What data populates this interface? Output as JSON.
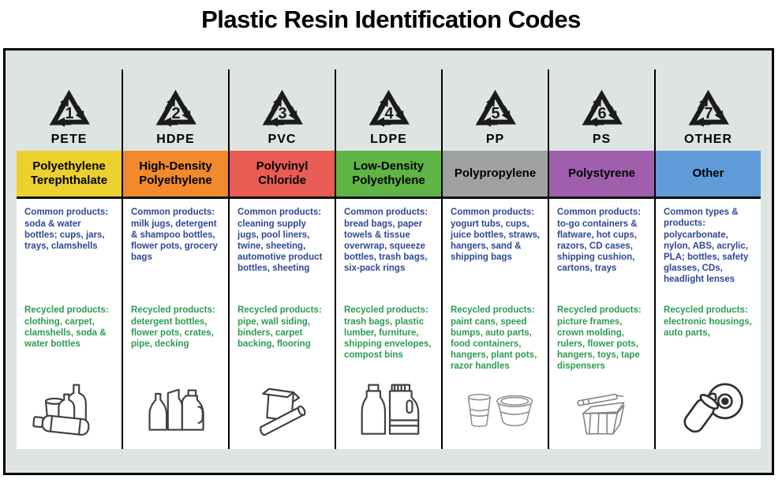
{
  "title": "Plastic Resin Identification Codes",
  "palette": {
    "background": "#dee4e1",
    "border": "#000000",
    "common_text": "#2d4796",
    "recycled_text": "#2a9c4d"
  },
  "columns": [
    {
      "code": "1",
      "abbr": "PETE",
      "name": "Polyethylene Terephthalate",
      "band_color": "#ecd02e",
      "common_label": "Common products:",
      "common": "soda & water bottles; cups, jars, trays, clamshells",
      "recycled_label": "Recycled products:",
      "recycled": "clothing, carpet, clamshells, soda & water bottles",
      "illustration": "soda-and-water-bottles-with-cup"
    },
    {
      "code": "2",
      "abbr": "HDPE",
      "name": "High-Density Polyethylene",
      "band_color": "#f08a2c",
      "common_label": "Common products:",
      "common": "milk jugs, detergent & shampoo bottles, flower pots, grocery bags",
      "recycled_label": "Recycled products:",
      "recycled": "detergent bottles, flower pots, crates, pipe, decking",
      "illustration": "milk-jug-and-detergent-bottles"
    },
    {
      "code": "3",
      "abbr": "PVC",
      "name": "Polyvinyl Chloride",
      "band_color": "#e85c53",
      "common_label": "Common products:",
      "common": "cleaning supply jugs, pool liners, twine, sheeting, automotive product bottles, sheeting",
      "recycled_label": "Recycled products:",
      "recycled": "pipe, wall siding, binders, carpet backing, flooring",
      "illustration": "packaging-bag-and-pipe"
    },
    {
      "code": "4",
      "abbr": "LDPE",
      "name": "Low-Density Polyethylene",
      "band_color": "#5eb445",
      "common_label": "Common products:",
      "common": "bread bags, paper towels & tissue overwrap, squeeze bottles, trash bags, six-pack rings",
      "recycled_label": "Recycled products:",
      "recycled": "trash bags, plastic lumber, furniture, shipping envelopes, compost bins",
      "illustration": "squeeze-bottle-and-jug"
    },
    {
      "code": "5",
      "abbr": "PP",
      "name": "Polypropylene",
      "band_color": "#a0a1a3",
      "common_label": "Common products:",
      "common": "yogurt tubs, cups, juice bottles, straws, hangers, sand & shipping bags",
      "recycled_label": "Recycled products:",
      "recycled": "paint cans, speed bumps, auto parts, food containers, hangers, plant pots, razor handles",
      "illustration": "plastic-cup-and-flower-pot"
    },
    {
      "code": "6",
      "abbr": "PS",
      "name": "Polystyrene",
      "band_color": "#9f5fad",
      "common_label": "Common products:",
      "common": "to-go containers & flatware, hot cups, razors, CD cases, shipping cushion, cartons, trays",
      "recycled_label": "Recycled products:",
      "recycled": "picture frames, crown molding, rulers, flower pots, hangers, toys, tape dispensers",
      "illustration": "clamshell-container-and-razor"
    },
    {
      "code": "7",
      "abbr": "OTHER",
      "name": "Other",
      "band_color": "#5e9bd8",
      "common_label": "Common types & products:",
      "common": "polycarbonate, nylon, ABS, acrylic, PLA; bottles, safety glasses, CDs, headlight lenses",
      "recycled_label": "Recycled products:",
      "recycled": "electronic housings, auto parts,",
      "illustration": "baby-bottle-and-cd"
    }
  ]
}
